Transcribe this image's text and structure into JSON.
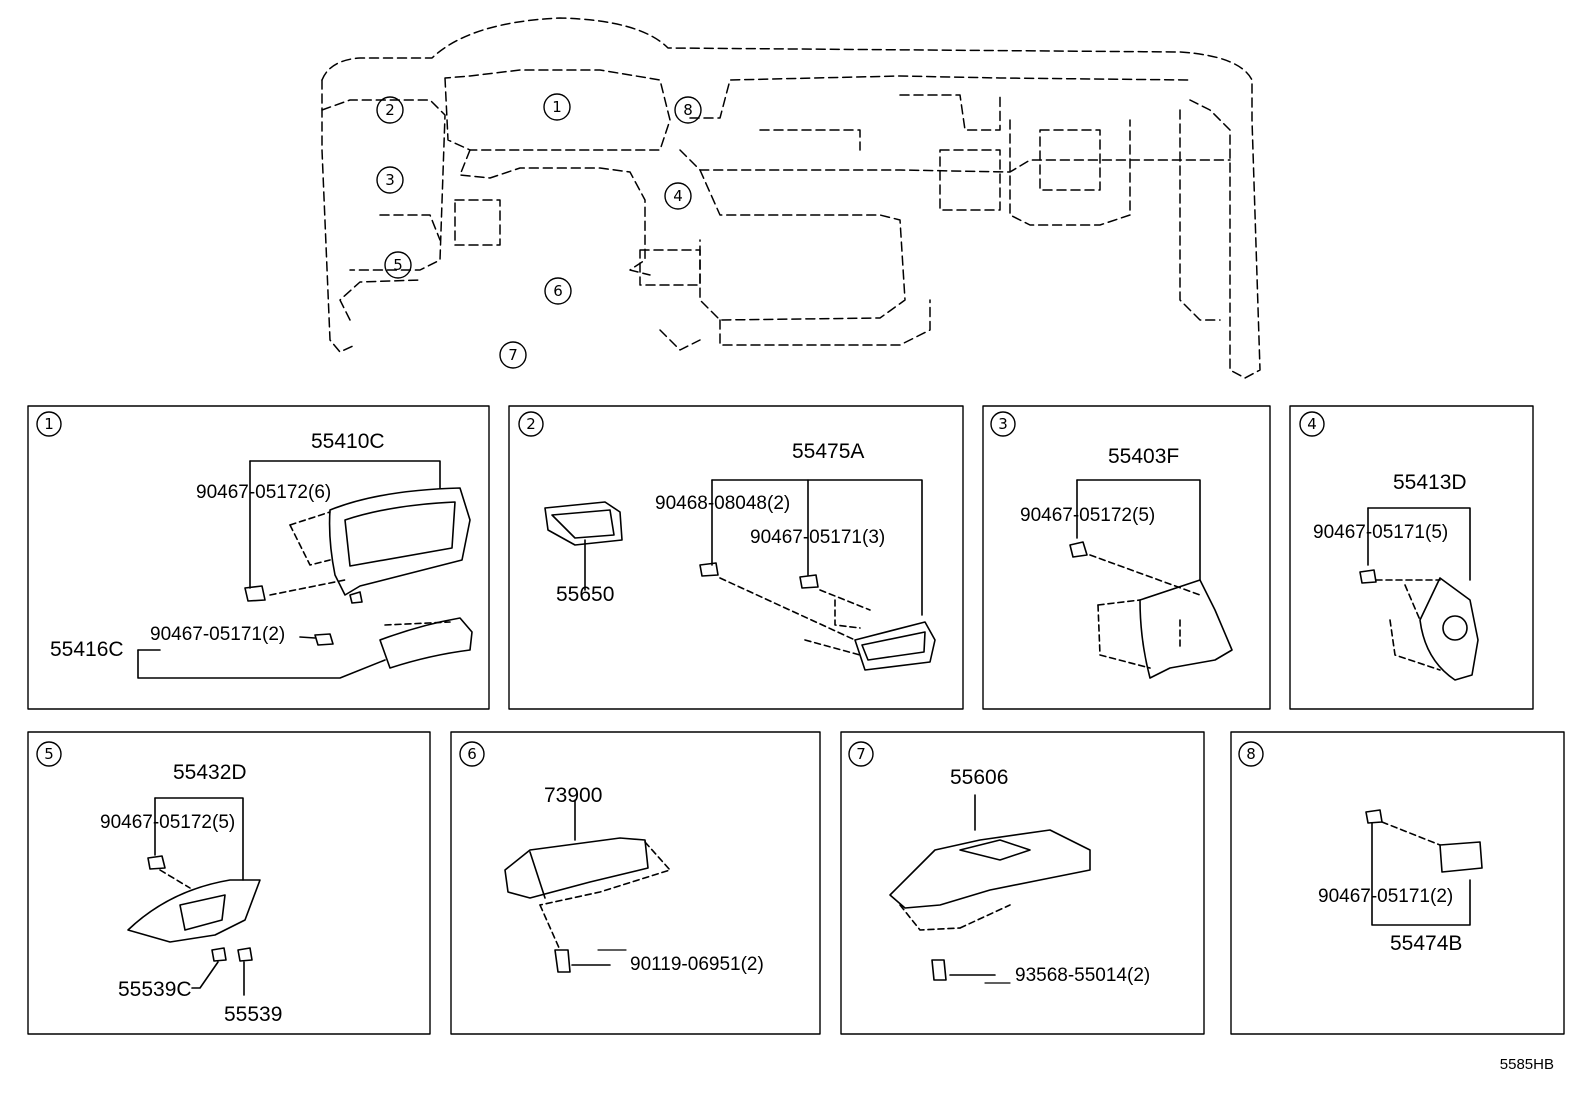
{
  "figure_code": "5585HB",
  "markers": [
    "1",
    "2",
    "3",
    "4",
    "5",
    "6",
    "7",
    "8"
  ],
  "panels": [
    {
      "marker": "1",
      "parts": {
        "a": "55410C",
        "b": "90467-05172(6)",
        "c": "90467-05171(2)",
        "d": "55416C"
      }
    },
    {
      "marker": "2",
      "parts": {
        "a": "55475A",
        "b": "90468-08048(2)",
        "c": "90467-05171(3)",
        "d": "55650"
      }
    },
    {
      "marker": "3",
      "parts": {
        "a": "55403F",
        "b": "90467-05172(5)"
      }
    },
    {
      "marker": "4",
      "parts": {
        "a": "55413D",
        "b": "90467-05171(5)"
      }
    },
    {
      "marker": "5",
      "parts": {
        "a": "55432D",
        "b": "90467-05172(5)",
        "c": "55539C",
        "d": "55539"
      }
    },
    {
      "marker": "6",
      "parts": {
        "a": "73900",
        "b": "90119-06951(2)"
      }
    },
    {
      "marker": "7",
      "parts": {
        "a": "55606",
        "b": "93568-55014(2)"
      }
    },
    {
      "marker": "8",
      "parts": {
        "a": "90467-05171(2)",
        "b": "55474B"
      }
    }
  ]
}
